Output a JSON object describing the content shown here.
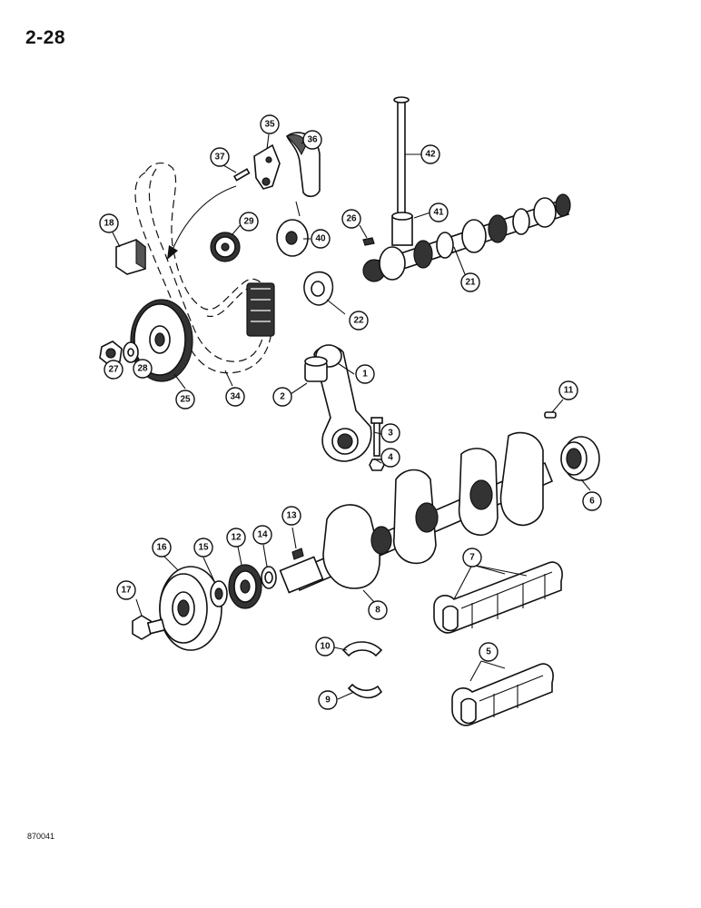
{
  "page_number": "2-28",
  "figure_code": "870041",
  "callouts": [
    "1",
    "2",
    "3",
    "4",
    "5",
    "6",
    "7",
    "8",
    "9",
    "10",
    "11",
    "12",
    "13",
    "14",
    "15",
    "16",
    "17",
    "18",
    "21",
    "22",
    "25",
    "26",
    "27",
    "28",
    "29",
    "34",
    "35",
    "36",
    "37",
    "40",
    "41",
    "42"
  ]
}
